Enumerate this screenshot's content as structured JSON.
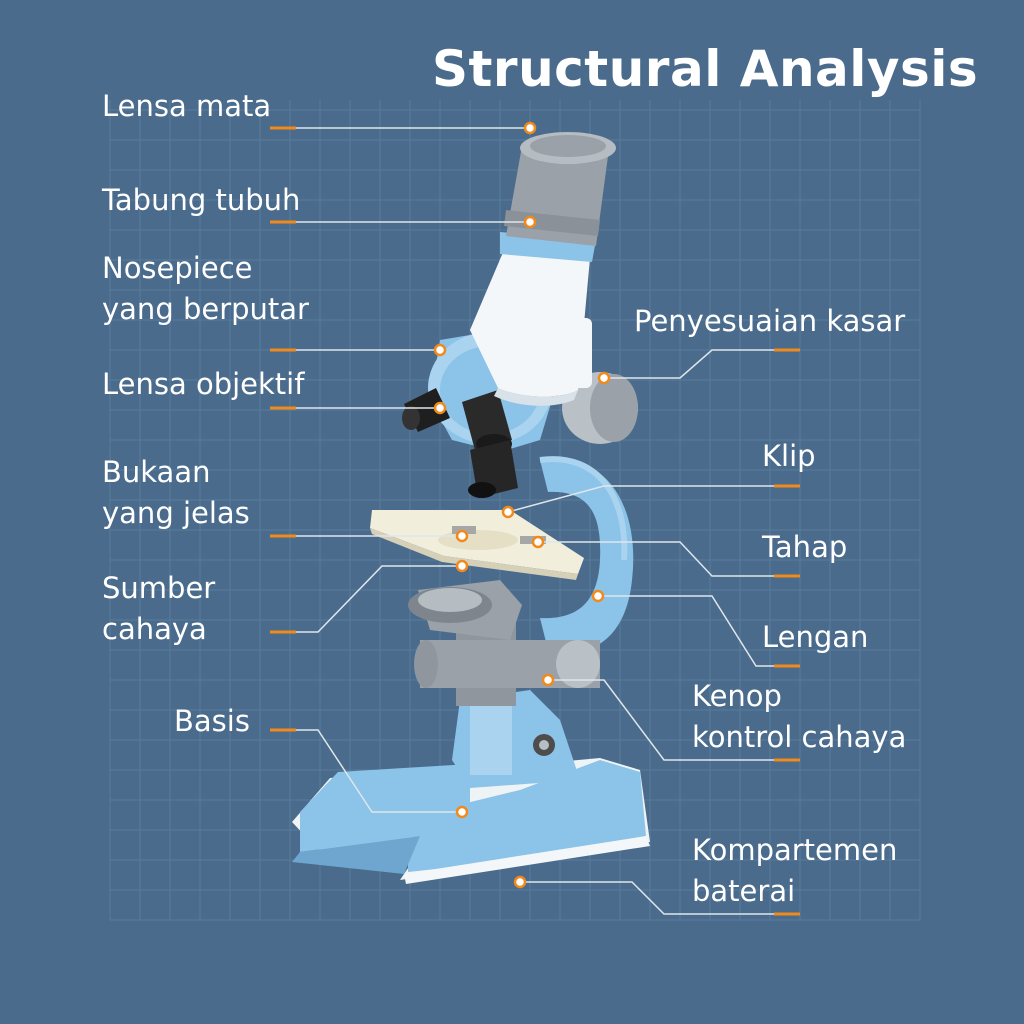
{
  "title": "Structural Analysis",
  "colors": {
    "background": "#4a6b8c",
    "grid": "#5a7c9c",
    "leader_line": "#dfe6ec",
    "accent_orange": "#f08a1c",
    "microscope_blue": "#8cc3e8",
    "microscope_white": "#f4f7f9",
    "microscope_gray": "#9aa1a8"
  },
  "labels": {
    "lensa_mata": "Lensa mata",
    "tabung_tubuh": "Tabung tubuh",
    "nosepiece": "Nosepiece\nyang berputar",
    "lensa_objektif": "Lensa objektif",
    "bukaan": "Bukaan\nyang jelas",
    "sumber_cahaya": "Sumber\ncahaya",
    "basis": "Basis",
    "penyesuaian_kasar": "Penyesuaian kasar",
    "klip": "Klip",
    "tahap": "Tahap",
    "lengan": "Lengan",
    "kenop": "Kenop\nkontrol cahaya",
    "kompartemen": "Kompartemen\nbaterai"
  }
}
